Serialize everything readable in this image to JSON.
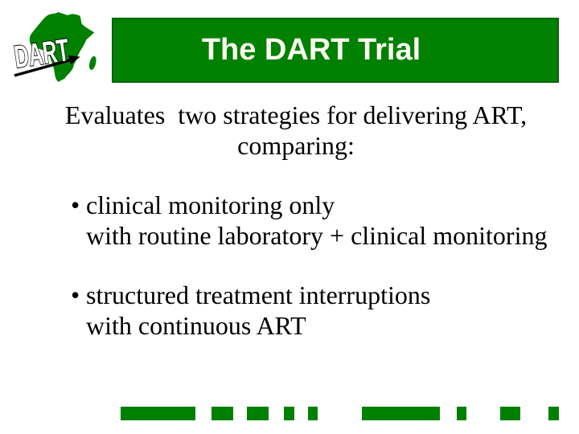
{
  "slide": {
    "title": "The DART Trial",
    "lead_line1": "Evaluates  two strategies for delivering ART,",
    "lead_line2": "comparing:",
    "bullet_char": "•",
    "bullets": [
      {
        "line1": "clinical monitoring only",
        "line2": "with routine laboratory + clinical monitoring"
      },
      {
        "line1": "structured treatment interruptions",
        "line2": "with continuous ART"
      }
    ],
    "logo": {
      "text": "DART"
    },
    "colors": {
      "banner_green": "#008000",
      "banner_border_green": "#006400",
      "title_text": "#fdfdf0",
      "body_text": "#000000",
      "background": "#ffffff",
      "footer_dash_green": "#008000"
    },
    "footer": {
      "dash_count": 9
    }
  }
}
